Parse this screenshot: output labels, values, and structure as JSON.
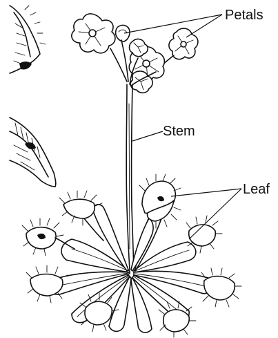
{
  "labels": {
    "petals": "Petals",
    "stem": "Stem",
    "leaf": "Leaf"
  },
  "colors": {
    "ink": "#111111",
    "background": "#ffffff"
  }
}
